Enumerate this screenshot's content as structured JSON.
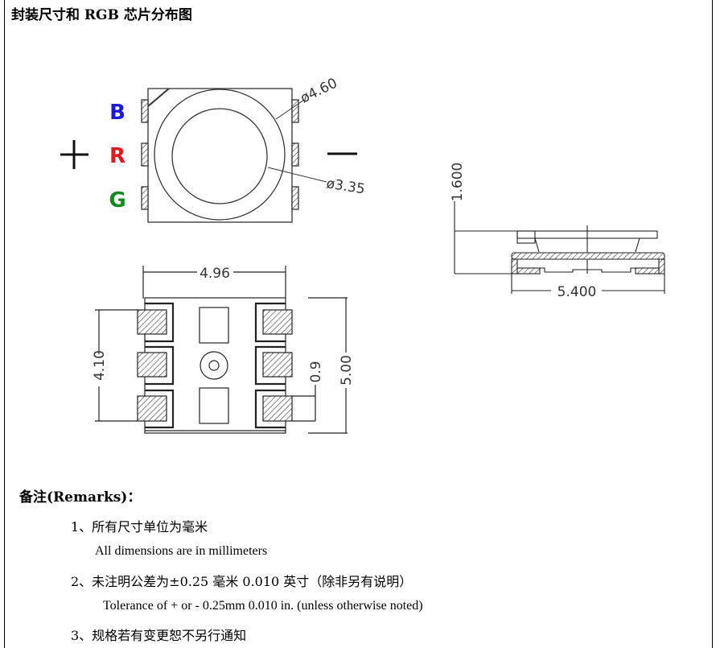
{
  "title": "封装尺寸和 RGB 芯片分布图",
  "drawing": {
    "pin_labels": {
      "b": "B",
      "r": "R",
      "g": "G"
    },
    "polarity": {
      "plus": "+",
      "minus": "−"
    },
    "colors": {
      "b": "#1a1adc",
      "r": "#e01b1b",
      "g": "#118a1e"
    },
    "dims": {
      "outer_diameter": "ø4.60",
      "inner_diameter": "ø3.35",
      "width": "4.96",
      "pad_span": "4.10",
      "length": "5.00",
      "pad_height": "0.9",
      "height": "1.600",
      "side_width": "5.400"
    }
  },
  "remarks": {
    "heading": "备注(Remarks)：",
    "items": [
      {
        "zh": "1、所有尺寸单位为毫米",
        "en": "All dimensions are in millimeters"
      },
      {
        "zh": "2、未注明公差为±0.25 毫米 0.010 英寸（除非另有说明）",
        "en": "Tolerance of + or - 0.25mm 0.010 in. (unless otherwise noted)"
      },
      {
        "zh": "3、规格若有变更恕不另行通知"
      }
    ]
  }
}
